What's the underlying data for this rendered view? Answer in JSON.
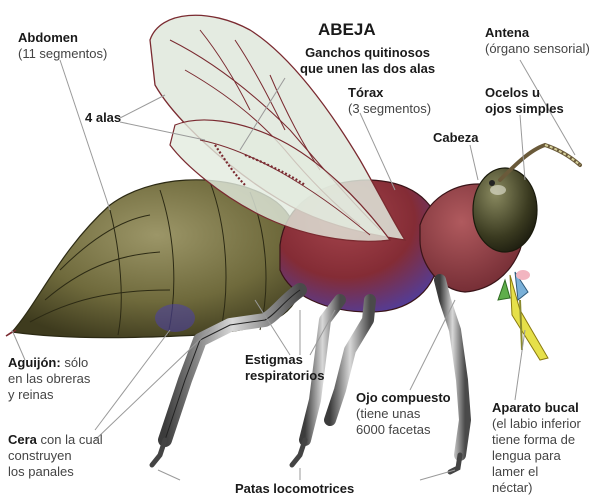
{
  "title": "ABEJA",
  "labels": {
    "abdomen": {
      "name": "Abdomen",
      "detail": "(11 segmentos)"
    },
    "wings": {
      "name": "4 alas"
    },
    "hooks": {
      "line1": "Ganchos quitinosos",
      "line2": "que unen las dos alas"
    },
    "thorax": {
      "name": "Tórax",
      "detail": "(3 segmentos)"
    },
    "antenna": {
      "name": "Antena",
      "detail": "(órgano sensorial)"
    },
    "ocelli": {
      "line1": "Ocelos u",
      "line2": "ojos simples"
    },
    "head": {
      "name": "Cabeza"
    },
    "stinger": {
      "name": "Aguijón:",
      "rest": "sólo",
      "line2": "en las obreras",
      "line3": "y reinas"
    },
    "spiracles": {
      "line1": "Estigmas",
      "line2": "respiratorios"
    },
    "compound_eye": {
      "name": "Ojo compuesto",
      "line2": "(tiene  unas",
      "line3": "6000 facetas"
    },
    "mouthparts": {
      "name": "Aparato bucal",
      "line2": "(el labio inferior",
      "line3": "tiene  forma de",
      "line4": "lengua para",
      "line5": "lamer  el",
      "line6": "néctar)"
    },
    "wax": {
      "name": "Cera",
      "rest": "con la cual",
      "line2": "construyen",
      "line3": "los panales"
    },
    "legs": {
      "name": "Patas locomotrices"
    }
  },
  "colors": {
    "abdomen": "#6f6a3c",
    "thorax": "#8a2e36",
    "thorax_under": "#4b3fa8",
    "head": "#8d3a3e",
    "eye": "#4a4a2a",
    "wing": "#dfe8dc",
    "wing_vein": "#7a2a30",
    "leg": "#9a9a9a",
    "tongue": "#e6e04a"
  }
}
